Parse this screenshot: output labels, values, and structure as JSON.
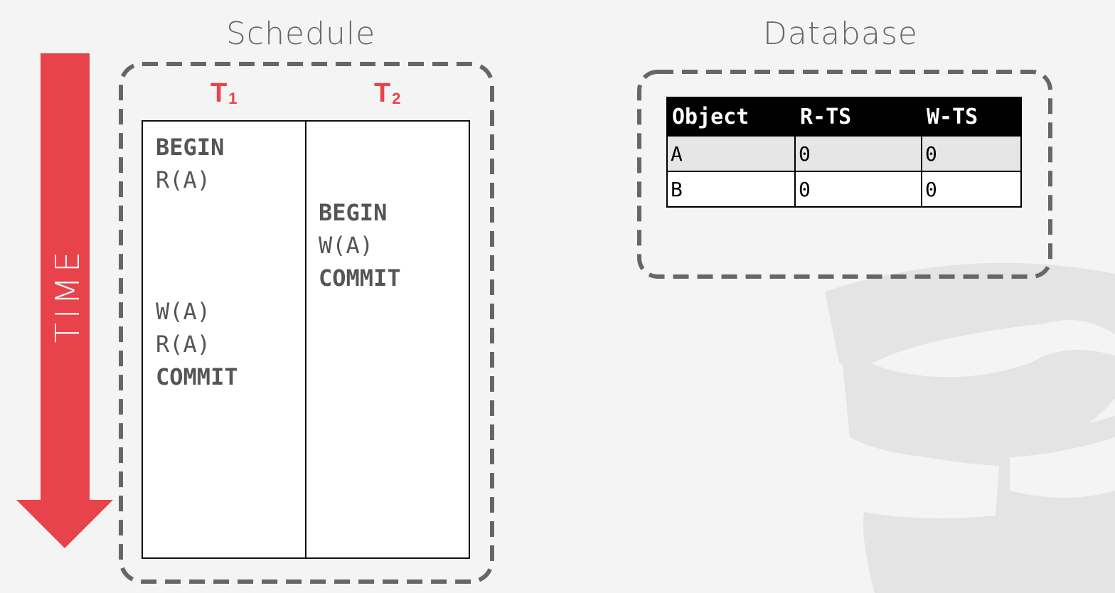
{
  "schedule": {
    "title": "Schedule",
    "time_label": "TIME",
    "transactions": [
      {
        "name": "T",
        "subscript": "1",
        "ops": [
          {
            "text": "BEGIN",
            "bold": true
          },
          {
            "text": "R(A)",
            "bold": false
          },
          {
            "text": "W(A)",
            "bold": false
          },
          {
            "text": "R(A)",
            "bold": false
          },
          {
            "text": "COMMIT",
            "bold": true
          }
        ]
      },
      {
        "name": "T",
        "subscript": "2",
        "ops": [
          {
            "text": "BEGIN",
            "bold": true
          },
          {
            "text": "W(A)",
            "bold": false
          },
          {
            "text": "COMMIT",
            "bold": true
          }
        ]
      }
    ]
  },
  "database": {
    "title": "Database",
    "columns": [
      "Object",
      "R-TS",
      "W-TS"
    ],
    "rows": [
      [
        "A",
        "0",
        "0"
      ],
      [
        "B",
        "0",
        "0"
      ]
    ]
  },
  "colors": {
    "accent_red": "#e8424a",
    "dashed_border": "#666666",
    "header_black": "#000000",
    "shaded_row": "#e6e6e6"
  },
  "icons": {
    "time_arrow": "down-arrow-icon",
    "background": "database-icon"
  }
}
